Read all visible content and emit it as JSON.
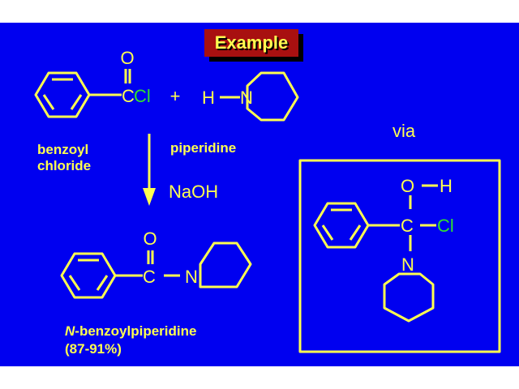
{
  "title": "Example",
  "colors": {
    "background": "#0000f0",
    "text": "#ffff50",
    "chlorine": "#30e030",
    "title_box": "#a81010",
    "shadow": "#000000"
  },
  "reactant1": {
    "oxygen": "O",
    "carbon": "C",
    "chlorine": "Cl",
    "name_line1": "benzoyl",
    "name_line2": "chloride"
  },
  "plus": "+",
  "reactant2": {
    "hydrogen": "H",
    "nitrogen": "N",
    "name": "piperidine"
  },
  "reagent": "NaOH",
  "product": {
    "oxygen": "O",
    "carbon": "C",
    "nitrogen": "N",
    "name_prefix": "N",
    "name_rest": "-benzoylpiperidine",
    "yield": "(87-91%)"
  },
  "intermediate": {
    "via": "via",
    "oxygen": "O",
    "hydrogen": "H",
    "carbon": "C",
    "chlorine": "Cl",
    "nitrogen": "N"
  }
}
